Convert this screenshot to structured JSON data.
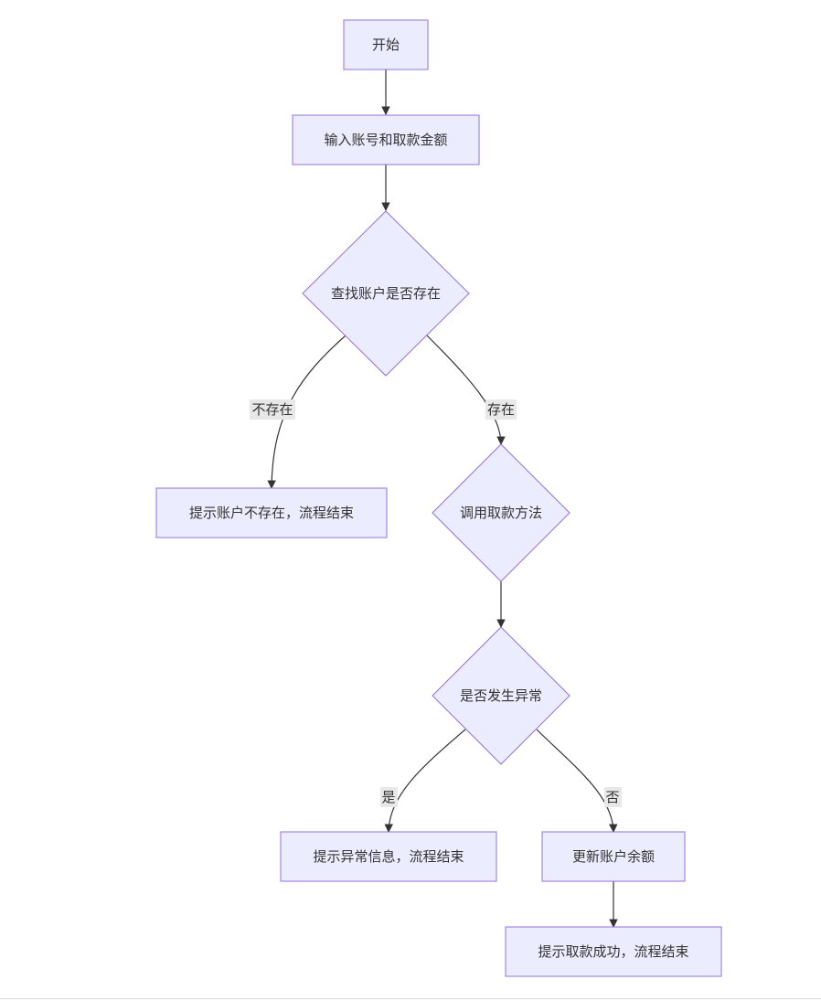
{
  "nodes": {
    "start": "开始",
    "input": "输入账号和取款金额",
    "check_account": "查找账户是否存在",
    "account_missing": "提示账户不存在，流程结束",
    "call_withdraw": "调用取款方法",
    "exception_check": "是否发生异常",
    "exception_msg": "提示异常信息，流程结束",
    "update_balance": "更新账户余额",
    "success": "提示取款成功，流程结束"
  },
  "edges": {
    "not_exist": "不存在",
    "exist": "存在",
    "yes": "是",
    "no": "否"
  },
  "colors": {
    "node_fill": "#ececff",
    "node_stroke": "#9370db",
    "edge": "#333333",
    "label_bg": "#e8e8e8"
  }
}
